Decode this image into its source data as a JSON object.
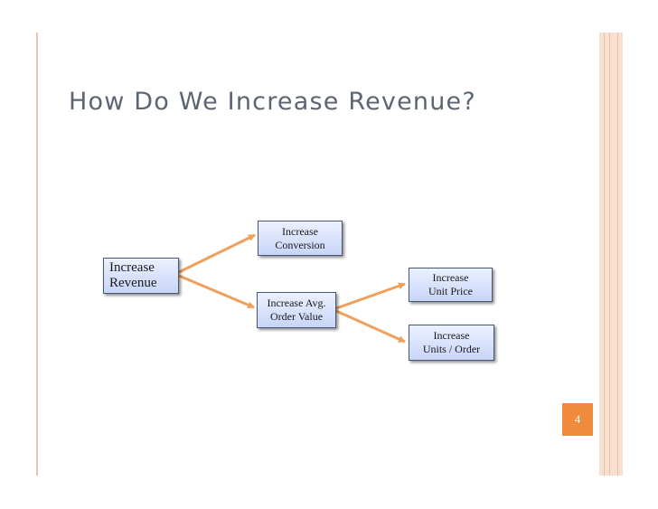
{
  "slide": {
    "title": "How Do We Increase Revenue?",
    "page_number": "4"
  },
  "diagram": {
    "nodes": [
      {
        "id": "revenue",
        "lines": [
          "Increase",
          "Revenue"
        ]
      },
      {
        "id": "conversion",
        "lines": [
          "Increase",
          "Conversion"
        ]
      },
      {
        "id": "aov",
        "lines": [
          "Increase Avg.",
          "Order Value"
        ]
      },
      {
        "id": "unit-price",
        "lines": [
          "Increase",
          "Unit Price"
        ]
      },
      {
        "id": "units",
        "lines": [
          "Increase",
          "Units / Order"
        ]
      }
    ],
    "edges": [
      {
        "from": "revenue",
        "to": "conversion"
      },
      {
        "from": "revenue",
        "to": "aov"
      },
      {
        "from": "aov",
        "to": "unit-price"
      },
      {
        "from": "aov",
        "to": "units"
      }
    ],
    "arrow_color": "#f0a05c"
  }
}
